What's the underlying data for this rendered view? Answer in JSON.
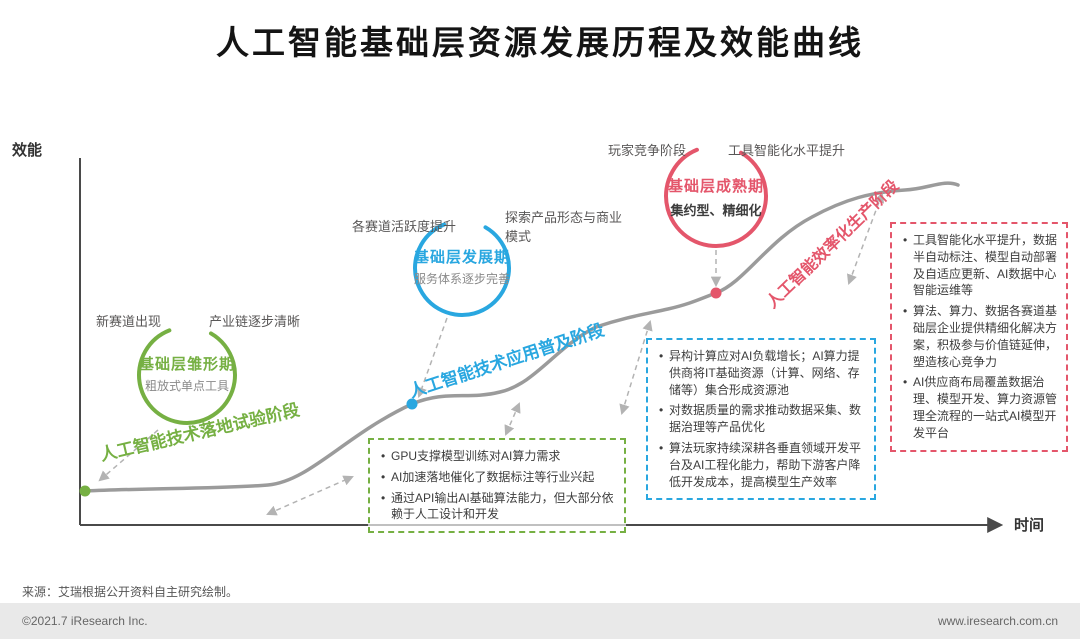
{
  "header": {
    "title": "人工智能基础层资源发展历程及效能曲线"
  },
  "axes": {
    "y_label": "效能",
    "x_label": "时间"
  },
  "colors": {
    "stage1_green": "#76b043",
    "stage2_blue": "#29a7e0",
    "stage3_red": "#e4566b",
    "curve_gray": "#9b9b9b",
    "axis_dark": "#4a4a4a",
    "footer_bar": "#e9e9e9"
  },
  "stages": [
    {
      "name": "基础层雏形期",
      "subtitle": "粗放式单点工具",
      "tag_left": "新赛道出现",
      "tag_right": "产业链逐步清晰",
      "phase": "人工智能技术落地试验阶段",
      "bullets": [
        "GPU支撑模型训练对AI算力需求",
        "AI加速落地催化了数据标注等行业兴起",
        "通过API输出AI基础算法能力，但大部分依赖于人工设计和开发"
      ]
    },
    {
      "name": "基础层发展期",
      "subtitle": "服务体系逐步完善",
      "tag_left": "各赛道活跃度提升",
      "tag_right": "探索产品形态与商业模式",
      "phase": "人工智能技术应用普及阶段",
      "bullets": [
        "异构计算应对AI负载增长；AI算力提供商将IT基础资源（计算、网络、存储等）集合形成资源池",
        "对数据质量的需求推动数据采集、数据治理等产品优化",
        "算法玩家持续深耕各垂直领域开发平台及AI工程化能力，帮助下游客户降低开发成本，提高模型生产效率"
      ]
    },
    {
      "name": "基础层成熟期",
      "subtitle": "集约型、精细化",
      "tag_left": "玩家竞争阶段",
      "tag_right": "工具智能化水平提升",
      "phase": "人工智能效率化生产阶段",
      "bullets": [
        "工具智能化水平提升，数据半自动标注、模型自动部署及自适应更新、AI数据中心智能运维等",
        "算法、算力、数据各赛道基础层企业提供精细化解决方案，积极参与价值链延伸，塑造核心竞争力",
        "AI供应商布局覆盖数据治理、模型开发、算力资源管理全流程的一站式AI模型开发平台"
      ]
    }
  ],
  "footer": {
    "source": "来源：艾瑞根据公开资料自主研究绘制。",
    "copyright": "©2021.7 iResearch Inc.",
    "website": "www.iresearch.com.cn"
  }
}
